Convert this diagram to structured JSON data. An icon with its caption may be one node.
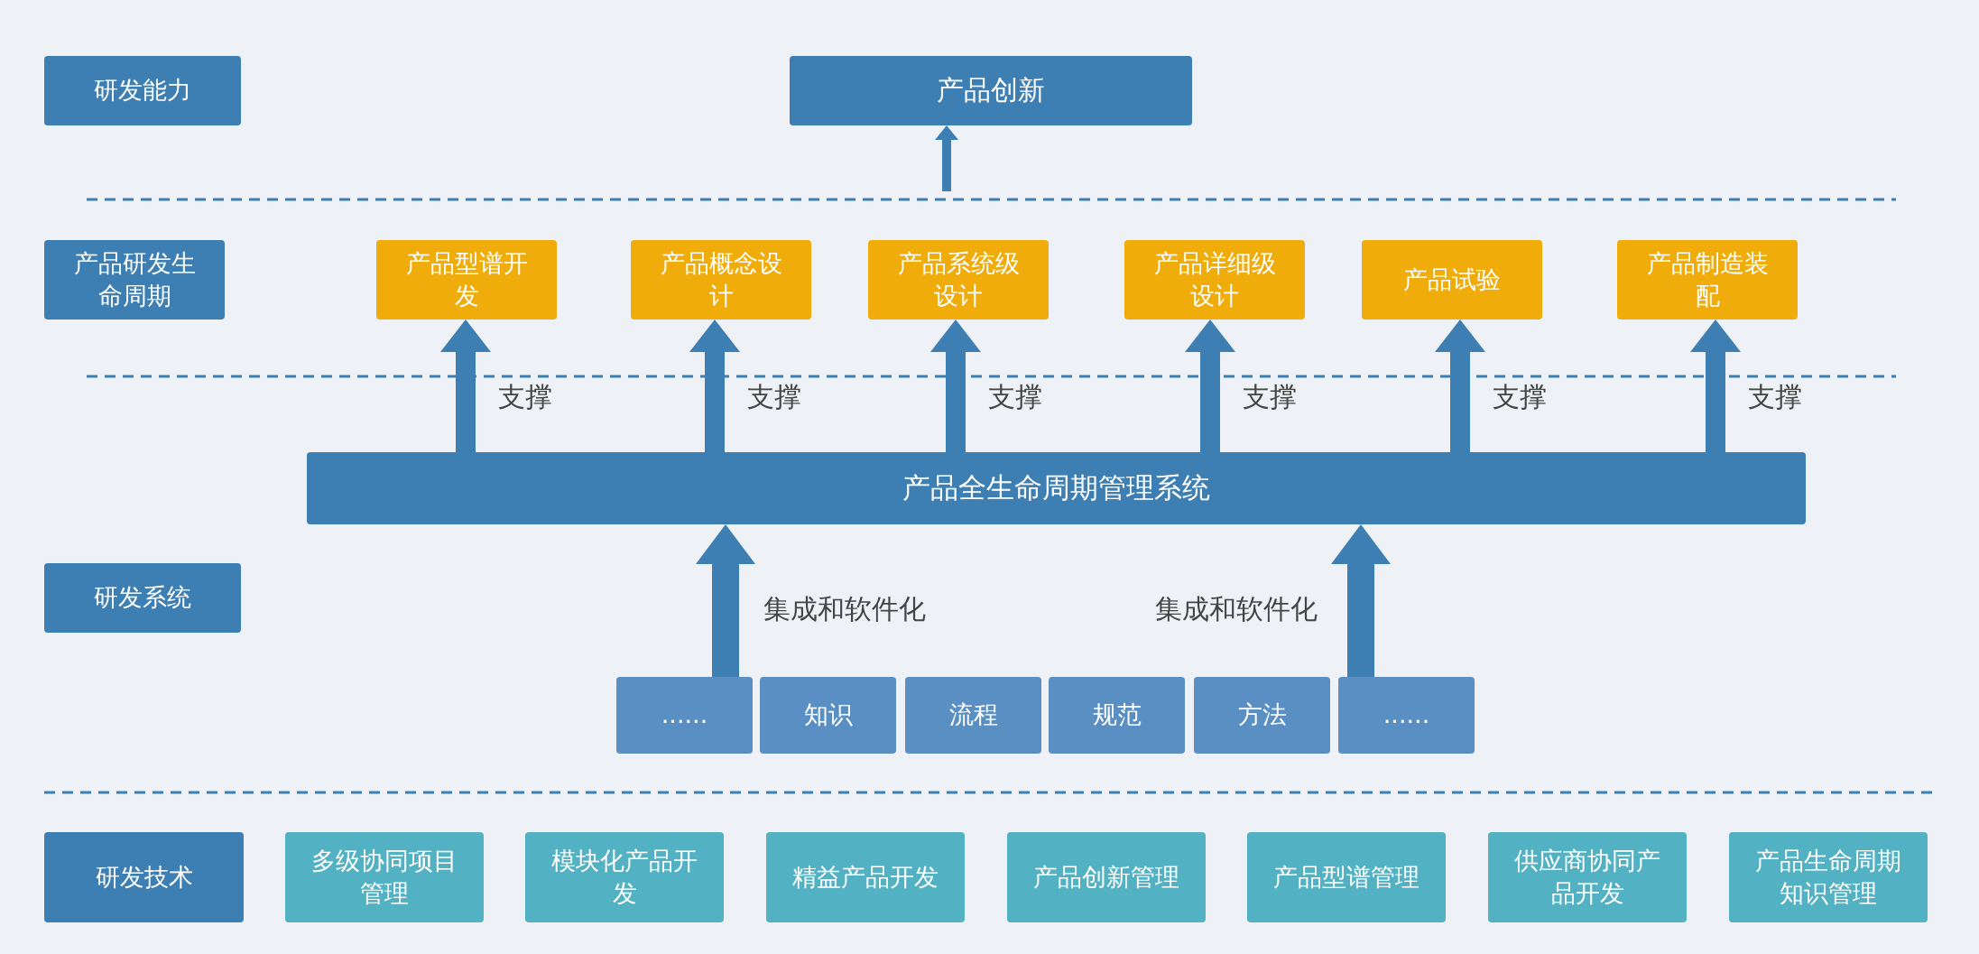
{
  "diagram": {
    "nodes": [
      {
        "text": [
          "研发能力"
        ]
      },
      {
        "text": [
          "产品创新"
        ]
      },
      {
        "text": [
          "产品研发生命周期"
        ]
      },
      {
        "text": [
          "产品型谱开发"
        ]
      },
      {
        "text": [
          "产品概念设计"
        ]
      },
      {
        "text": [
          "产品系统级设计"
        ]
      },
      {
        "text": [
          "产品详细级设计"
        ]
      },
      {
        "text": [
          "产品试验"
        ]
      },
      {
        "text": [
          "产品制造装配"
        ]
      },
      {
        "text": [
          "产品全生命周期管理系统"
        ]
      },
      {
        "text": [
          "研发系统"
        ]
      },
      {
        "text": [
          "......"
        ]
      },
      {
        "text": [
          "知识"
        ]
      },
      {
        "text": [
          "流程"
        ]
      },
      {
        "text": [
          "规范"
        ]
      },
      {
        "text": [
          "方法"
        ]
      },
      {
        "text": [
          "......"
        ]
      },
      {
        "text": [
          "研发技术"
        ]
      },
      {
        "text": [
          "多级协同项目管理"
        ]
      },
      {
        "text": [
          "模块化产品开发"
        ]
      },
      {
        "text": [
          "精益产品开发"
        ]
      },
      {
        "text": [
          "产品创新管理"
        ]
      },
      {
        "text": [
          "产品型谱管理"
        ]
      },
      {
        "text": [
          "供应商协同产品开发"
        ]
      },
      {
        "text": [
          "产品生命周期知识管理"
        ]
      }
    ],
    "edges": [
      {
        "from": null,
        "to": 1,
        "arrow": "to"
      },
      {
        "from": 9,
        "to": 3,
        "arrow": "to",
        "label": "支撑"
      },
      {
        "from": 9,
        "to": 4,
        "arrow": "to",
        "label": "支撑"
      },
      {
        "from": 9,
        "to": 5,
        "arrow": "to",
        "label": "支撑"
      },
      {
        "from": 9,
        "to": 6,
        "arrow": "to",
        "label": "支撑"
      },
      {
        "from": 9,
        "to": 7,
        "arrow": "to",
        "label": "支撑"
      },
      {
        "from": 9,
        "to": 8,
        "arrow": "to",
        "label": "支撑"
      },
      {
        "from": 11,
        "to": 9,
        "arrow": "to",
        "label": "集成和软件化"
      },
      {
        "from": 16,
        "to": 9,
        "arrow": "to",
        "label": "集成和软件化"
      }
    ]
  }
}
